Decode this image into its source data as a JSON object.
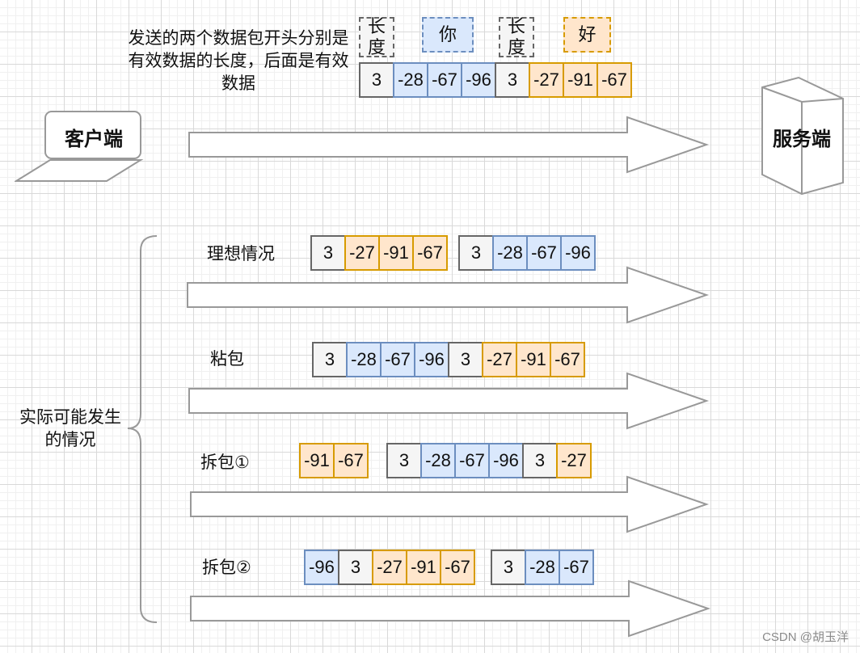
{
  "description": "发送的两个数据包开头分别是有效数据的长度，后面是有效数据",
  "client": {
    "label": "客户端"
  },
  "server": {
    "label": "服务端"
  },
  "legend": [
    {
      "text": "长度",
      "style": "gray"
    },
    {
      "text": "你",
      "style": "blue"
    },
    {
      "text": "长度",
      "style": "gray"
    },
    {
      "text": "好",
      "style": "orange"
    }
  ],
  "sent_packets": [
    {
      "value": "3",
      "style": "gray"
    },
    {
      "value": "-28",
      "style": "blue"
    },
    {
      "value": "-67",
      "style": "blue"
    },
    {
      "value": "-96",
      "style": "blue"
    },
    {
      "value": "3",
      "style": "gray"
    },
    {
      "value": "-27",
      "style": "orange"
    },
    {
      "value": "-91",
      "style": "orange"
    },
    {
      "value": "-67",
      "style": "orange"
    }
  ],
  "cases_label": "实际可能发生的情况",
  "cases": [
    {
      "label": "理想情况",
      "groups": [
        [
          {
            "value": "3",
            "style": "gray"
          },
          {
            "value": "-27",
            "style": "orange"
          },
          {
            "value": "-91",
            "style": "orange"
          },
          {
            "value": "-67",
            "style": "orange"
          }
        ],
        [
          {
            "value": "3",
            "style": "gray"
          },
          {
            "value": "-28",
            "style": "blue"
          },
          {
            "value": "-67",
            "style": "blue"
          },
          {
            "value": "-96",
            "style": "blue"
          }
        ]
      ]
    },
    {
      "label": "粘包",
      "groups": [
        [
          {
            "value": "3",
            "style": "gray"
          },
          {
            "value": "-28",
            "style": "blue"
          },
          {
            "value": "-67",
            "style": "blue"
          },
          {
            "value": "-96",
            "style": "blue"
          },
          {
            "value": "3",
            "style": "gray"
          },
          {
            "value": "-27",
            "style": "orange"
          },
          {
            "value": "-91",
            "style": "orange"
          },
          {
            "value": "-67",
            "style": "orange"
          }
        ]
      ]
    },
    {
      "label": "拆包①",
      "groups": [
        [
          {
            "value": "-91",
            "style": "orange"
          },
          {
            "value": "-67",
            "style": "orange"
          }
        ],
        [
          {
            "value": "3",
            "style": "gray"
          },
          {
            "value": "-28",
            "style": "blue"
          },
          {
            "value": "-67",
            "style": "blue"
          },
          {
            "value": "-96",
            "style": "blue"
          },
          {
            "value": "3",
            "style": "gray"
          },
          {
            "value": "-27",
            "style": "orange"
          }
        ]
      ]
    },
    {
      "label": "拆包②",
      "groups": [
        [
          {
            "value": "-96",
            "style": "blue"
          },
          {
            "value": "3",
            "style": "gray"
          },
          {
            "value": "-27",
            "style": "orange"
          },
          {
            "value": "-91",
            "style": "orange"
          },
          {
            "value": "-67",
            "style": "orange"
          }
        ],
        [
          {
            "value": "3",
            "style": "gray"
          },
          {
            "value": "-28",
            "style": "blue"
          },
          {
            "value": "-67",
            "style": "blue"
          }
        ]
      ]
    }
  ],
  "watermark": "CSDN @胡玉洋",
  "colors": {
    "gray_fill": "#f5f5f5",
    "gray_stroke": "#666666",
    "blue_fill": "#dae8fc",
    "blue_stroke": "#6c8ebf",
    "orange_fill": "#ffe6cc",
    "orange_stroke": "#d79b00"
  }
}
